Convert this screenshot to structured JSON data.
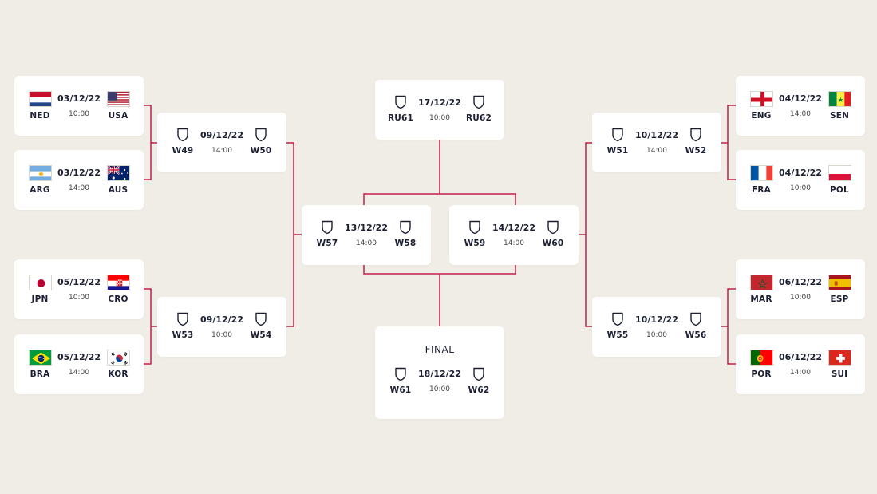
{
  "accent_color": "#c41f4e",
  "final_label": "FINAL",
  "matches": [
    {
      "id": "m1",
      "date": "03/12/22",
      "time": "10:00",
      "home": {
        "code": "NED",
        "flag": "ned-flag"
      },
      "away": {
        "code": "USA",
        "flag": "usa-flag"
      }
    },
    {
      "id": "m2",
      "date": "03/12/22",
      "time": "14:00",
      "home": {
        "code": "ARG",
        "flag": "arg-flag"
      },
      "away": {
        "code": "AUS",
        "flag": "aus-flag"
      }
    },
    {
      "id": "m3",
      "date": "05/12/22",
      "time": "10:00",
      "home": {
        "code": "JPN",
        "flag": "jpn-flag"
      },
      "away": {
        "code": "CRO",
        "flag": "cro-flag"
      }
    },
    {
      "id": "m4",
      "date": "05/12/22",
      "time": "14:00",
      "home": {
        "code": "BRA",
        "flag": "bra-flag"
      },
      "away": {
        "code": "KOR",
        "flag": "kor-flag"
      }
    },
    {
      "id": "m5",
      "date": "09/12/22",
      "time": "14:00",
      "home": {
        "code": "W49",
        "flag": "shield"
      },
      "away": {
        "code": "W50",
        "flag": "shield"
      }
    },
    {
      "id": "m6",
      "date": "09/12/22",
      "time": "10:00",
      "home": {
        "code": "W53",
        "flag": "shield"
      },
      "away": {
        "code": "W54",
        "flag": "shield"
      }
    },
    {
      "id": "m7",
      "date": "13/12/22",
      "time": "14:00",
      "home": {
        "code": "W57",
        "flag": "shield"
      },
      "away": {
        "code": "W58",
        "flag": "shield"
      }
    },
    {
      "id": "m8",
      "date": "17/12/22",
      "time": "10:00",
      "home": {
        "code": "RU61",
        "flag": "shield"
      },
      "away": {
        "code": "RU62",
        "flag": "shield"
      }
    },
    {
      "id": "m9",
      "date": "14/12/22",
      "time": "14:00",
      "home": {
        "code": "W59",
        "flag": "shield"
      },
      "away": {
        "code": "W60",
        "flag": "shield"
      }
    },
    {
      "id": "m10",
      "date": "18/12/22",
      "time": "10:00",
      "home": {
        "code": "W61",
        "flag": "shield"
      },
      "away": {
        "code": "W62",
        "flag": "shield"
      },
      "final": true
    },
    {
      "id": "m11",
      "date": "10/12/22",
      "time": "14:00",
      "home": {
        "code": "W51",
        "flag": "shield"
      },
      "away": {
        "code": "W52",
        "flag": "shield"
      }
    },
    {
      "id": "m12",
      "date": "10/12/22",
      "time": "10:00",
      "home": {
        "code": "W55",
        "flag": "shield"
      },
      "away": {
        "code": "W56",
        "flag": "shield"
      }
    },
    {
      "id": "m13",
      "date": "04/12/22",
      "time": "14:00",
      "home": {
        "code": "ENG",
        "flag": "eng-flag"
      },
      "away": {
        "code": "SEN",
        "flag": "sen-flag"
      }
    },
    {
      "id": "m14",
      "date": "04/12/22",
      "time": "10:00",
      "home": {
        "code": "FRA",
        "flag": "fra-flag"
      },
      "away": {
        "code": "POL",
        "flag": "pol-flag"
      }
    },
    {
      "id": "m15",
      "date": "06/12/22",
      "time": "10:00",
      "home": {
        "code": "MAR",
        "flag": "mar-flag"
      },
      "away": {
        "code": "ESP",
        "flag": "esp-flag"
      }
    },
    {
      "id": "m16",
      "date": "06/12/22",
      "time": "14:00",
      "home": {
        "code": "POR",
        "flag": "por-flag"
      },
      "away": {
        "code": "SUI",
        "flag": "sui-flag"
      }
    }
  ]
}
